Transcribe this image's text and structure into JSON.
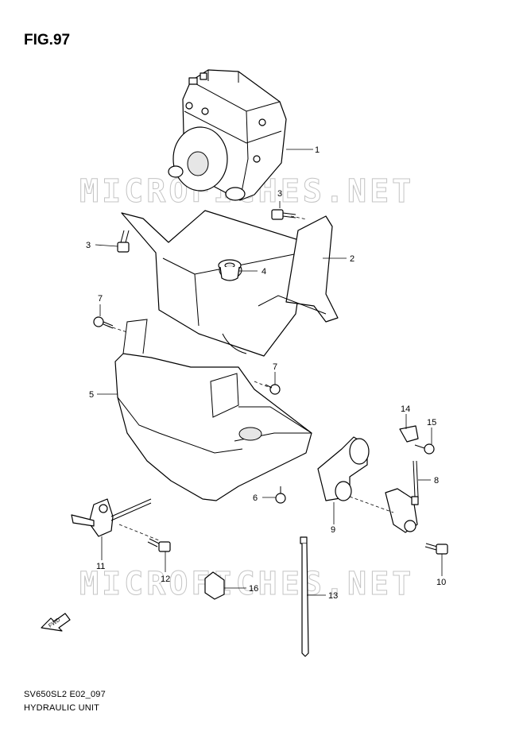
{
  "figure": {
    "title": "FIG.97",
    "code": "SV650SL2 E02_097",
    "name": "HYDRAULIC UNIT"
  },
  "watermark": "MICROFICHES.NET",
  "fwd_label": "FWD",
  "callouts": [
    {
      "num": "1",
      "part": "hydraulic-unit"
    },
    {
      "num": "2",
      "part": "bracket"
    },
    {
      "num": "3",
      "part": "bolt"
    },
    {
      "num": "3",
      "part": "bolt"
    },
    {
      "num": "4",
      "part": "cushion"
    },
    {
      "num": "5",
      "part": "cover"
    },
    {
      "num": "6",
      "part": "bolt"
    },
    {
      "num": "7",
      "part": "screw"
    },
    {
      "num": "7",
      "part": "screw"
    },
    {
      "num": "8",
      "part": "sensor"
    },
    {
      "num": "9",
      "part": "clamp"
    },
    {
      "num": "10",
      "part": "bolt"
    },
    {
      "num": "11",
      "part": "sensor"
    },
    {
      "num": "12",
      "part": "bolt"
    },
    {
      "num": "13",
      "part": "cable-tie"
    },
    {
      "num": "14",
      "part": "clamp"
    },
    {
      "num": "15",
      "part": "bolt"
    },
    {
      "num": "16",
      "part": "clamp"
    }
  ]
}
